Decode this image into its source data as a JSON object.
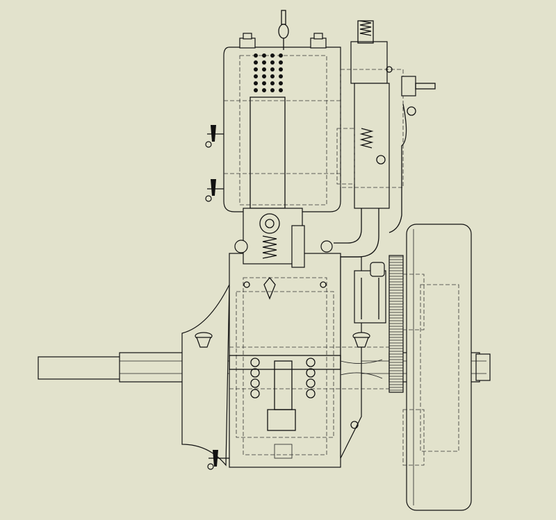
{
  "drawing": {
    "background_color": "#e2e2cc",
    "line_color": "#111111",
    "subject": "engine-assembly-line-drawing",
    "components": [
      "cylinder-block",
      "valve-chest",
      "crankcase",
      "crankshaft",
      "flywheel",
      "gear",
      "oil-cups",
      "drain-cocks",
      "lifting-eye",
      "spring-valve"
    ]
  }
}
